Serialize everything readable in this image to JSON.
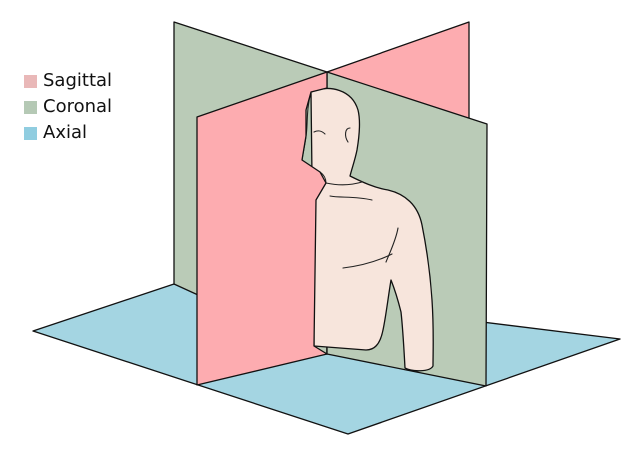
{
  "legend": [
    {
      "label": "Sagittal",
      "color": "#e9b8b8"
    },
    {
      "label": "Coronal",
      "color": "#b5c9b5"
    },
    {
      "label": "Axial",
      "color": "#90cde0"
    }
  ],
  "colors": {
    "sagittal_plane": "#fdacb0",
    "coronal_plane": "#bacbb7",
    "axial_plane": "#a4d5e2",
    "skin": "#f7e5dc",
    "outline": "#111111"
  },
  "icons": {
    "figure": "human-torso-figure"
  }
}
